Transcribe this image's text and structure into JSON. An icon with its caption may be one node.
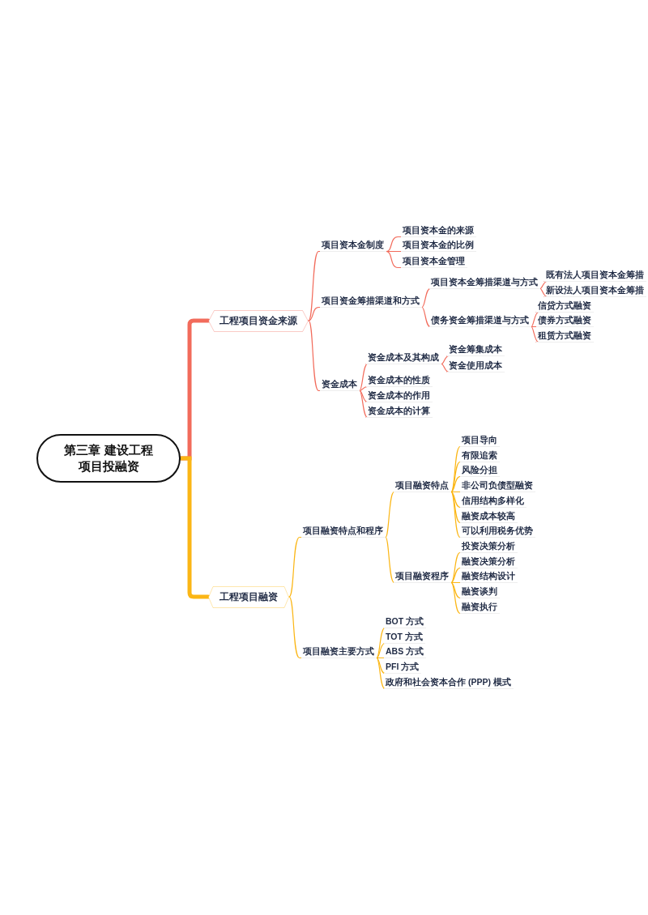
{
  "diagram": {
    "nodes": [
      {
        "text": [
          "第三章 建设工程项目投融资"
        ]
      },
      {
        "text": [
          "工程项目资金来源"
        ]
      },
      {
        "text": [
          "项目资本金制度"
        ]
      },
      {
        "text": [
          "项目资本金的来源"
        ]
      },
      {
        "text": [
          "项目资本金的比例"
        ]
      },
      {
        "text": [
          "项目资本金管理"
        ]
      },
      {
        "text": [
          "项目资金筹措渠道和方式"
        ]
      },
      {
        "text": [
          "项目资本金筹措渠道与方式"
        ]
      },
      {
        "text": [
          "既有法人项目资本金筹措"
        ]
      },
      {
        "text": [
          "新设法人项目资本金筹措"
        ]
      },
      {
        "text": [
          "债务资金筹措渠道与方式"
        ]
      },
      {
        "text": [
          "信贷方式融资"
        ]
      },
      {
        "text": [
          "债券方式融资"
        ]
      },
      {
        "text": [
          "租赁方式融资"
        ]
      },
      {
        "text": [
          "资金成本"
        ]
      },
      {
        "text": [
          "资金成本及其构成"
        ]
      },
      {
        "text": [
          "资金筹集成本"
        ]
      },
      {
        "text": [
          "资金使用成本"
        ]
      },
      {
        "text": [
          "资金成本的性质"
        ]
      },
      {
        "text": [
          "资金成本的作用"
        ]
      },
      {
        "text": [
          "资金成本的计算"
        ]
      },
      {
        "text": [
          "工程项目融资"
        ]
      },
      {
        "text": [
          "项目融资特点和程序"
        ]
      },
      {
        "text": [
          "项目融资特点"
        ]
      },
      {
        "text": [
          "项目导向"
        ]
      },
      {
        "text": [
          "有限追索"
        ]
      },
      {
        "text": [
          "风险分担"
        ]
      },
      {
        "text": [
          "非公司负债型融资"
        ]
      },
      {
        "text": [
          "信用结构多样化"
        ]
      },
      {
        "text": [
          "融资成本较高"
        ]
      },
      {
        "text": [
          "可以利用税务优势"
        ]
      },
      {
        "text": [
          "项目融资程序"
        ]
      },
      {
        "text": [
          "投资决策分析"
        ]
      },
      {
        "text": [
          "融资决策分析"
        ]
      },
      {
        "text": [
          "融资结构设计"
        ]
      },
      {
        "text": [
          "融资谈判"
        ]
      },
      {
        "text": [
          "融资执行"
        ]
      },
      {
        "text": [
          "项目融资主要方式"
        ]
      },
      {
        "text": [
          "BOT 方式"
        ]
      },
      {
        "text": [
          "TOT 方式"
        ]
      },
      {
        "text": [
          "ABS 方式"
        ]
      },
      {
        "text": [
          "PFI 方式"
        ]
      },
      {
        "text": [
          "政府和社会资本合作 (PPP) 模式"
        ]
      }
    ],
    "edges": [
      {
        "from": 0,
        "to": 1,
        "arrow": "none",
        "style": "thick",
        "color": "#f26b5b"
      },
      {
        "from": 0,
        "to": 21,
        "arrow": "none",
        "style": "thick"
      },
      {
        "from": 1,
        "to": 2,
        "arrow": "none",
        "color": "#f26b5b"
      },
      {
        "from": 1,
        "to": 6,
        "arrow": "none",
        "color": "#f26b5b"
      },
      {
        "from": 1,
        "to": 14,
        "arrow": "none",
        "color": "#f26b5b"
      },
      {
        "from": 2,
        "to": 3,
        "arrow": "none",
        "color": "#f26b5b"
      },
      {
        "from": 2,
        "to": 4,
        "arrow": "none",
        "color": "#f26b5b"
      },
      {
        "from": 2,
        "to": 5,
        "arrow": "none",
        "color": "#f26b5b"
      },
      {
        "from": 6,
        "to": 7,
        "arrow": "none",
        "color": "#f26b5b"
      },
      {
        "from": 6,
        "to": 10,
        "arrow": "none",
        "color": "#f26b5b"
      },
      {
        "from": 7,
        "to": 8,
        "arrow": "none",
        "color": "#f26b5b"
      },
      {
        "from": 7,
        "to": 9,
        "arrow": "none",
        "color": "#f26b5b"
      },
      {
        "from": 10,
        "to": 11,
        "arrow": "none",
        "color": "#f26b5b"
      },
      {
        "from": 10,
        "to": 12,
        "arrow": "none",
        "color": "#f26b5b"
      },
      {
        "from": 10,
        "to": 13,
        "arrow": "none",
        "color": "#f26b5b"
      },
      {
        "from": 14,
        "to": 15,
        "arrow": "none",
        "color": "#f26b5b"
      },
      {
        "from": 14,
        "to": 18,
        "arrow": "none",
        "color": "#f26b5b"
      },
      {
        "from": 14,
        "to": 19,
        "arrow": "none",
        "color": "#f26b5b"
      },
      {
        "from": 14,
        "to": 20,
        "arrow": "none",
        "color": "#f26b5b"
      },
      {
        "from": 15,
        "to": 16,
        "arrow": "none",
        "color": "#f26b5b"
      },
      {
        "from": 15,
        "to": 17,
        "arrow": "none",
        "color": "#f26b5b"
      },
      {
        "from": 21,
        "to": 22,
        "arrow": "none"
      },
      {
        "from": 21,
        "to": 37,
        "arrow": "none"
      },
      {
        "from": 22,
        "to": 23,
        "arrow": "none"
      },
      {
        "from": 22,
        "to": 31,
        "arrow": "none"
      },
      {
        "from": 23,
        "to": 24,
        "arrow": "none"
      },
      {
        "from": 23,
        "to": 25,
        "arrow": "none"
      },
      {
        "from": 23,
        "to": 26,
        "arrow": "none"
      },
      {
        "from": 23,
        "to": 27,
        "arrow": "none"
      },
      {
        "from": 23,
        "to": 28,
        "arrow": "none"
      },
      {
        "from": 23,
        "to": 29,
        "arrow": "none"
      },
      {
        "from": 23,
        "to": 30,
        "arrow": "none"
      },
      {
        "from": 31,
        "to": 32,
        "arrow": "none"
      },
      {
        "from": 31,
        "to": 33,
        "arrow": "none"
      },
      {
        "from": 31,
        "to": 34,
        "arrow": "none"
      },
      {
        "from": 31,
        "to": 35,
        "arrow": "none"
      },
      {
        "from": 31,
        "to": 36,
        "arrow": "none"
      },
      {
        "from": 37,
        "to": 38,
        "arrow": "none"
      },
      {
        "from": 37,
        "to": 39,
        "arrow": "none"
      },
      {
        "from": 37,
        "to": 40,
        "arrow": "none"
      },
      {
        "from": 37,
        "to": 41,
        "arrow": "none"
      },
      {
        "from": 37,
        "to": 42,
        "arrow": "none"
      }
    ]
  }
}
